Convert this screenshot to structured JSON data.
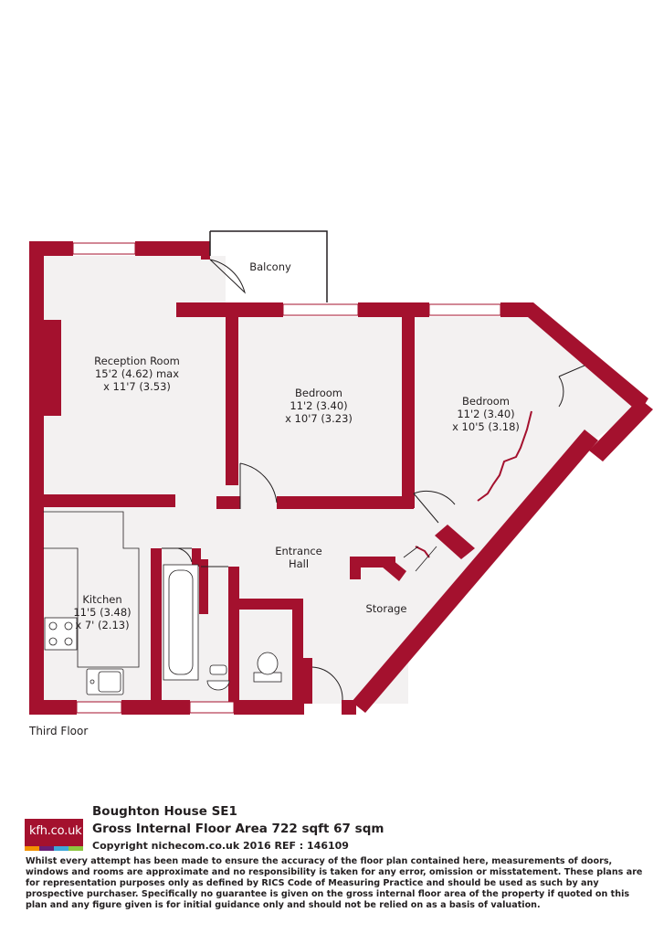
{
  "colors": {
    "wall": "#a4112e",
    "floor": "#f3f1f1",
    "fixture": "#ffffff",
    "logo_stripes": [
      "#f39200",
      "#6a1e74",
      "#3ea8d8",
      "#8dc63f"
    ]
  },
  "rooms": {
    "balcony": {
      "name": "Balcony"
    },
    "reception": {
      "name": "Reception Room",
      "dims": "15'2 (4.62) max\nx 11'7 (3.53)"
    },
    "bedroom1": {
      "name": "Bedroom",
      "dims": "11'2 (3.40)\nx 10'7 (3.23)"
    },
    "bedroom2": {
      "name": "Bedroom",
      "dims": "11'2 (3.40)\nx 10'5 (3.18)"
    },
    "hall": {
      "name": "Entrance\nHall"
    },
    "kitchen": {
      "name": "Kitchen",
      "dims": "11'5 (3.48)\nx 7' (2.13)"
    },
    "storage": {
      "name": "Storage"
    }
  },
  "floor_label": "Third Floor",
  "footer": {
    "logo_text": "kfh.co.uk",
    "property_name": "Boughton House  SE1",
    "area": "Gross Internal Floor Area 722 sqft 67 sqm",
    "copyright": "Copyright nichecom.co.uk 2016 REF : 146109",
    "disclaimer": "Whilst every attempt has been made to ensure the accuracy of the floor plan contained here, measurements of doors, windows and rooms are approximate and no responsibility is taken for any error, omission or misstatement.  These plans are for representation purposes only as defined by RICS Code of Measuring Practice and should be used as such by any prospective purchaser.  Specifically no guarantee is given on the gross internal floor area of the property if quoted on this plan and any figure given is for initial guidance only and should not be relied on as a basis of valuation."
  }
}
